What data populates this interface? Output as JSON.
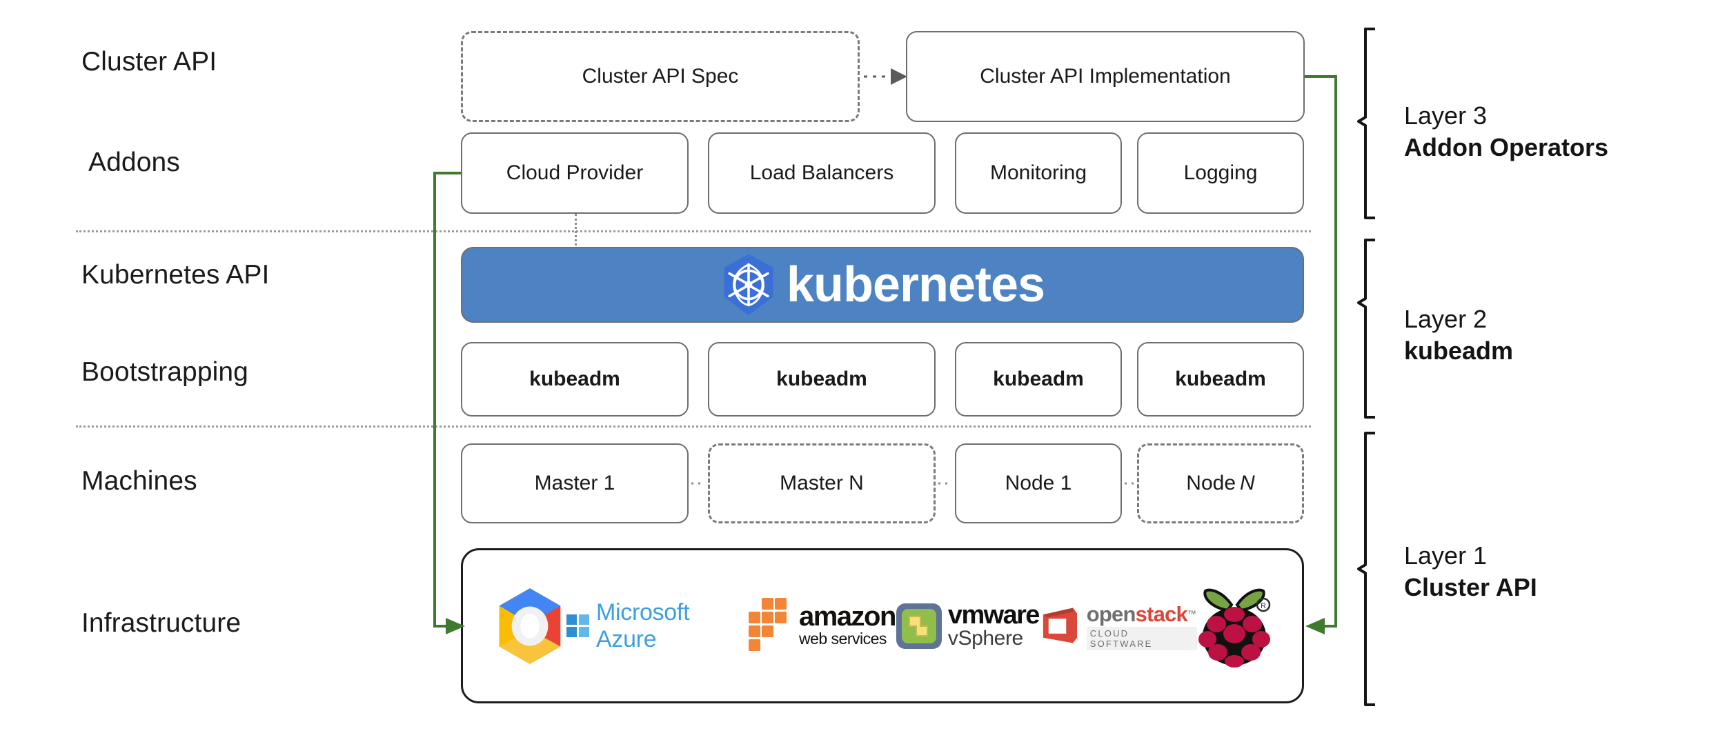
{
  "diagram": {
    "title": "Kubernetes Cluster API layered architecture",
    "accent_green": "#3f7a2e",
    "k8s_blue": "#4d82c3",
    "k8s_logo_blue": "#3a6fd8"
  },
  "row_labels": [
    {
      "id": "cluster-api",
      "text": "Cluster API"
    },
    {
      "id": "addons",
      "text": "Addons"
    },
    {
      "id": "kubernetes-api",
      "text": "Kubernetes API"
    },
    {
      "id": "bootstrapping",
      "text": "Bootstrapping"
    },
    {
      "id": "machines",
      "text": "Machines"
    },
    {
      "id": "infrastructure",
      "text": "Infrastructure"
    }
  ],
  "cluster_api_row": [
    {
      "id": "cluster-api-spec",
      "text": "Cluster API Spec",
      "style": "dashed"
    },
    {
      "id": "cluster-api-implementation",
      "text": "Cluster API Implementation",
      "style": "solid"
    }
  ],
  "addons_row": [
    {
      "id": "cloud-provider",
      "text": "Cloud Provider"
    },
    {
      "id": "load-balancers",
      "text": "Load Balancers"
    },
    {
      "id": "monitoring",
      "text": "Monitoring"
    },
    {
      "id": "logging",
      "text": "Logging"
    }
  ],
  "kubernetes_banner": {
    "wordmark": "kubernetes",
    "logo": "kubernetes-helm-icon"
  },
  "bootstrapping_row": [
    {
      "id": "kubeadm-1",
      "text": "kubeadm"
    },
    {
      "id": "kubeadm-2",
      "text": "kubeadm"
    },
    {
      "id": "kubeadm-3",
      "text": "kubeadm"
    },
    {
      "id": "kubeadm-4",
      "text": "kubeadm"
    }
  ],
  "machines_row": [
    {
      "id": "master-1",
      "text": "Master 1",
      "style": "solid",
      "italic_tail": ""
    },
    {
      "id": "master-n",
      "text": "Master N",
      "style": "dashed",
      "italic_tail": ""
    },
    {
      "id": "node-1",
      "text": "Node 1",
      "style": "solid",
      "italic_tail": ""
    },
    {
      "id": "node-n",
      "text": "Node",
      "style": "dashed",
      "italic_tail": "N"
    }
  ],
  "infrastructure_logos": [
    {
      "id": "google-cloud-platform",
      "name": "google-cloud-icon"
    },
    {
      "id": "microsoft-azure",
      "name": "microsoft-azure-logo",
      "text": "Microsoft Azure"
    },
    {
      "id": "amazon-web-services",
      "name": "aws-logo",
      "text": "amazon",
      "subtext": "web services"
    },
    {
      "id": "vmware-vsphere",
      "name": "vmware-vsphere-logo",
      "text": "vmware",
      "subtext": "vSphere"
    },
    {
      "id": "openstack",
      "name": "openstack-logo",
      "text_open": "open",
      "text_stack": "stack",
      "subtext": "CLOUD SOFTWARE"
    },
    {
      "id": "raspberry-pi",
      "name": "raspberry-pi-logo"
    }
  ],
  "layers": [
    {
      "id": "layer-3",
      "number": "Layer 3",
      "name": "Addon Operators"
    },
    {
      "id": "layer-2",
      "number": "Layer 2",
      "name": "kubeadm"
    },
    {
      "id": "layer-1",
      "number": "Layer 1",
      "name": "Cluster API"
    }
  ]
}
